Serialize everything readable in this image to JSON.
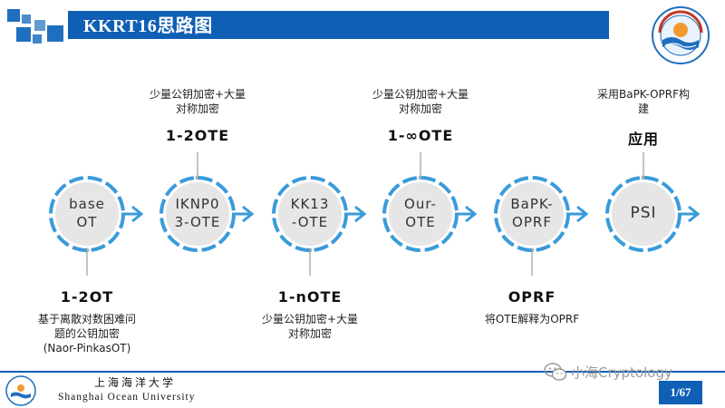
{
  "header": {
    "title": "KKRT16思路图"
  },
  "colors": {
    "primary_blue": "#0f5fb5",
    "ring_blue": "#3a9bd9",
    "circle_fill": "#e6e6e6",
    "connector_gray": "#b0b0b0"
  },
  "stages": [
    {
      "line1": "base",
      "line2": "OT",
      "label_position": "below",
      "label": "1-2OT",
      "desc": [
        "基于离散对数困难问",
        "题的公钥加密",
        "(Naor-PinkasOT)"
      ]
    },
    {
      "line1": "IKNP0",
      "line2": "3-OTE",
      "label_position": "above",
      "label": "1-2OTE",
      "desc": [
        "少量公钥加密+大量",
        "对称加密"
      ]
    },
    {
      "line1": "KK13",
      "line2": "-OTE",
      "label_position": "below",
      "label": "1-nOTE",
      "desc": [
        "少量公钥加密+大量",
        "对称加密"
      ]
    },
    {
      "line1": "Our-",
      "line2": "OTE",
      "label_position": "above",
      "label": "1-∞OTE",
      "desc": [
        "少量公钥加密+大量",
        "对称加密"
      ]
    },
    {
      "line1": "BaPK-",
      "line2": "OPRF",
      "label_position": "below",
      "label": "OPRF",
      "desc": [
        "将OTE解释为OPRF"
      ]
    },
    {
      "line1": "PSI",
      "line2": "",
      "label_position": "above",
      "label": "应用",
      "desc": [
        "采用BaPK-OPRF构",
        "建"
      ]
    }
  ],
  "footer": {
    "university_cn": "上海海洋大学",
    "university_en": "Shanghai Ocean University",
    "watermark": "小海Cryptology",
    "page": "1/67"
  },
  "icons": {
    "logo": "shanghai-ocean-university-logo",
    "watermark": "wechat-icon"
  }
}
